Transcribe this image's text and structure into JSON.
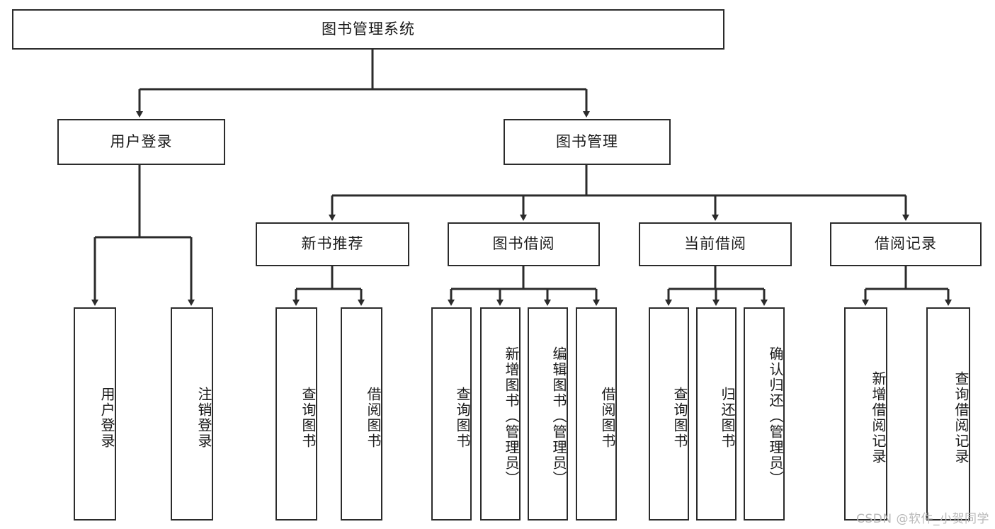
{
  "diagram": {
    "type": "tree",
    "title": "图书管理系统",
    "watermark": "CSDN @软件_小贺同学",
    "colors": {
      "background": "#ffffff",
      "box_border": "#2b2b2b",
      "box_fill": "#ffffff",
      "connector": "#2b2b2b",
      "text": "#1a1a1a",
      "watermark": "#b9b9b9"
    },
    "nodes": {
      "root": {
        "label": "图书管理系统"
      },
      "level1": [
        {
          "id": "user-login",
          "label": "用户登录"
        },
        {
          "id": "book-manage",
          "label": "图书管理"
        }
      ],
      "level2": [
        {
          "id": "new-book-recommend",
          "label": "新书推荐"
        },
        {
          "id": "book-borrow",
          "label": "图书借阅"
        },
        {
          "id": "current-borrow",
          "label": "当前借阅"
        },
        {
          "id": "borrow-record",
          "label": "借阅记录"
        }
      ],
      "leaves": {
        "user_login": [
          {
            "id": "leaf-user-login",
            "label": "用户登录"
          },
          {
            "id": "leaf-logout-login",
            "label": "注销登录"
          }
        ],
        "new_book_recommend": [
          {
            "id": "leaf-query-book-1",
            "label": "查询图书"
          },
          {
            "id": "leaf-borrow-book-1",
            "label": "借阅图书"
          }
        ],
        "book_borrow": [
          {
            "id": "leaf-query-book-2",
            "label": "查询图书"
          },
          {
            "id": "leaf-add-book",
            "label": "新增图书（管理员）"
          },
          {
            "id": "leaf-edit-book",
            "label": "编辑图书（管理员）"
          },
          {
            "id": "leaf-borrow-book-2",
            "label": "借阅图书"
          }
        ],
        "current_borrow": [
          {
            "id": "leaf-query-book-3",
            "label": "查询图书"
          },
          {
            "id": "leaf-return-book",
            "label": "归还图书"
          },
          {
            "id": "leaf-confirm-return",
            "label": "确认归还（管理员）"
          }
        ],
        "borrow_record": [
          {
            "id": "leaf-add-record",
            "label": "新增借阅记录"
          },
          {
            "id": "leaf-query-record",
            "label": "查询借阅记录"
          }
        ]
      }
    }
  }
}
